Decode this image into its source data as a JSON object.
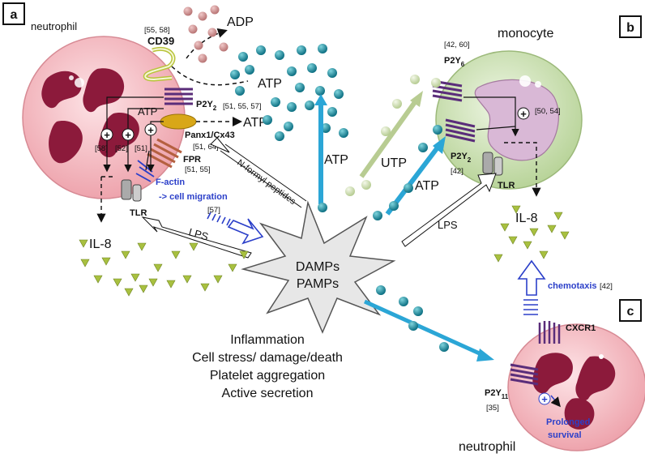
{
  "panels": {
    "a": "a",
    "b": "b",
    "c": "c"
  },
  "cells": {
    "neutrophil_a": "neutrophil",
    "monocyte_b": "monocyte",
    "neutrophil_c": "neutrophil"
  },
  "center": {
    "line1": "DAMPs",
    "line2": "PAMPs"
  },
  "sources": [
    "Inflammation",
    "Cell stress/ damage/death",
    "Platelet aggregation",
    "Active secretion"
  ],
  "labels": {
    "adp": "ADP",
    "atp": "ATP",
    "utp": "UTP",
    "lps": "LPS",
    "il8": "IL-8",
    "tlr": "TLR",
    "cd39": "CD39",
    "p2y2_a": "P2Y",
    "p2y2_sub": "2",
    "p2y6": "P2Y",
    "p2y6_sub": "6",
    "p2y11": "P2Y",
    "p2y11_sub": "11",
    "panx": "Panx1/Cx43",
    "fpr": "FPR",
    "factin": "F-actin",
    "migration": "-> cell migration",
    "nformyl": "N-formyl peptides",
    "chemotaxis": "chemotaxis",
    "cxcr1": "CXCR1",
    "prolonged": "Prolonged",
    "survival": "survival",
    "plus": "+"
  },
  "refs": {
    "cd39": "[55, 58]",
    "p2y2_a": "[51, 55, 57]",
    "panx": "[51, 64]",
    "fpr": "[51, 55]",
    "r58": "[58]",
    "r52": "[52]",
    "r51": "[51]",
    "r57": "[57]",
    "p2y6": "[42, 60]",
    "r5054": "[50, 54]",
    "p2y2_b": "[42]",
    "chemotaxis": "[42]",
    "p2y11": "[35]"
  },
  "colors": {
    "cell_pink": "#f7c9cf",
    "nucleus": "#8c1a3b",
    "monocyte": "#dcecc8",
    "atp_ball": "#1f8ea0",
    "adp_ball": "#c98a8a",
    "utp_ball": "#cfe0b0",
    "triangle": "#a8c040",
    "blue_text": "#2b3fc9",
    "arrow_blue": "#3ab0e0"
  }
}
